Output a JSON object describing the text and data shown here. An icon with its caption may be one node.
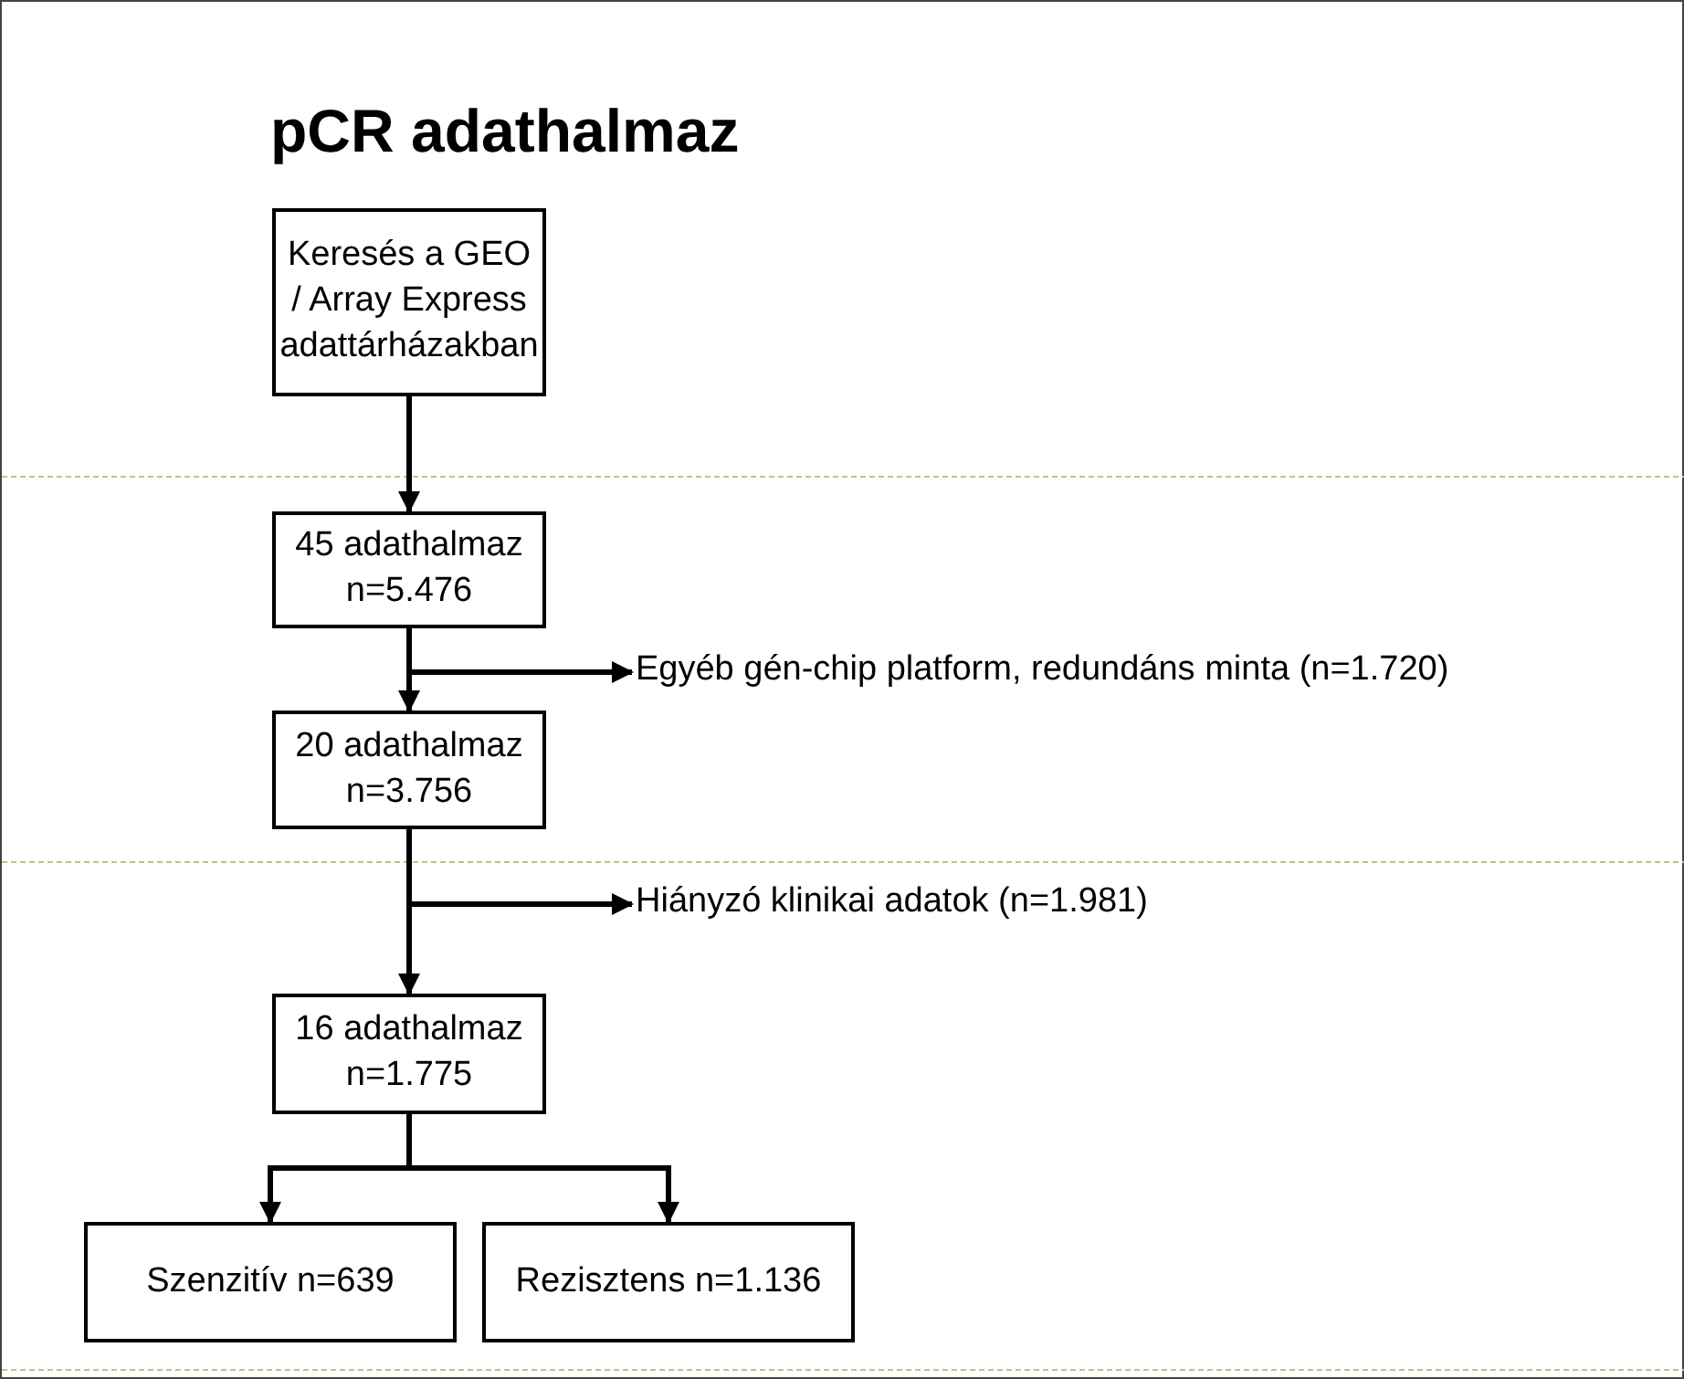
{
  "diagram": {
    "title": "pCR adathalmaz",
    "nodes": [
      {
        "text": [
          "Keresés a GEO / Array Express adattárházakban"
        ]
      },
      {
        "text": [
          "45 adathalmaz n=5.476"
        ]
      },
      {
        "text": [
          "Egyéb gén-chip platform, redundáns minta (n=1.720)"
        ]
      },
      {
        "text": [
          "20 adathalmaz n=3.756"
        ]
      },
      {
        "text": [
          "Hiányzó klinikai adatok (n=1.981)"
        ]
      },
      {
        "text": [
          "16 adathalmaz n=1.775"
        ]
      },
      {
        "text": [
          "Szenzitív n=639"
        ]
      },
      {
        "text": [
          "Rezisztens n=1.136"
        ]
      }
    ],
    "edges": [
      {
        "from": 0,
        "to": 1,
        "arrow": "to"
      },
      {
        "from": 1,
        "to": 3,
        "arrow": "to"
      },
      {
        "from": 1,
        "to": 2,
        "arrow": "to"
      },
      {
        "from": 3,
        "to": 5,
        "arrow": "to"
      },
      {
        "from": 3,
        "to": 4,
        "arrow": "to"
      },
      {
        "from": 5,
        "to": 6,
        "arrow": "to"
      },
      {
        "from": 5,
        "to": 7,
        "arrow": "to"
      }
    ]
  }
}
